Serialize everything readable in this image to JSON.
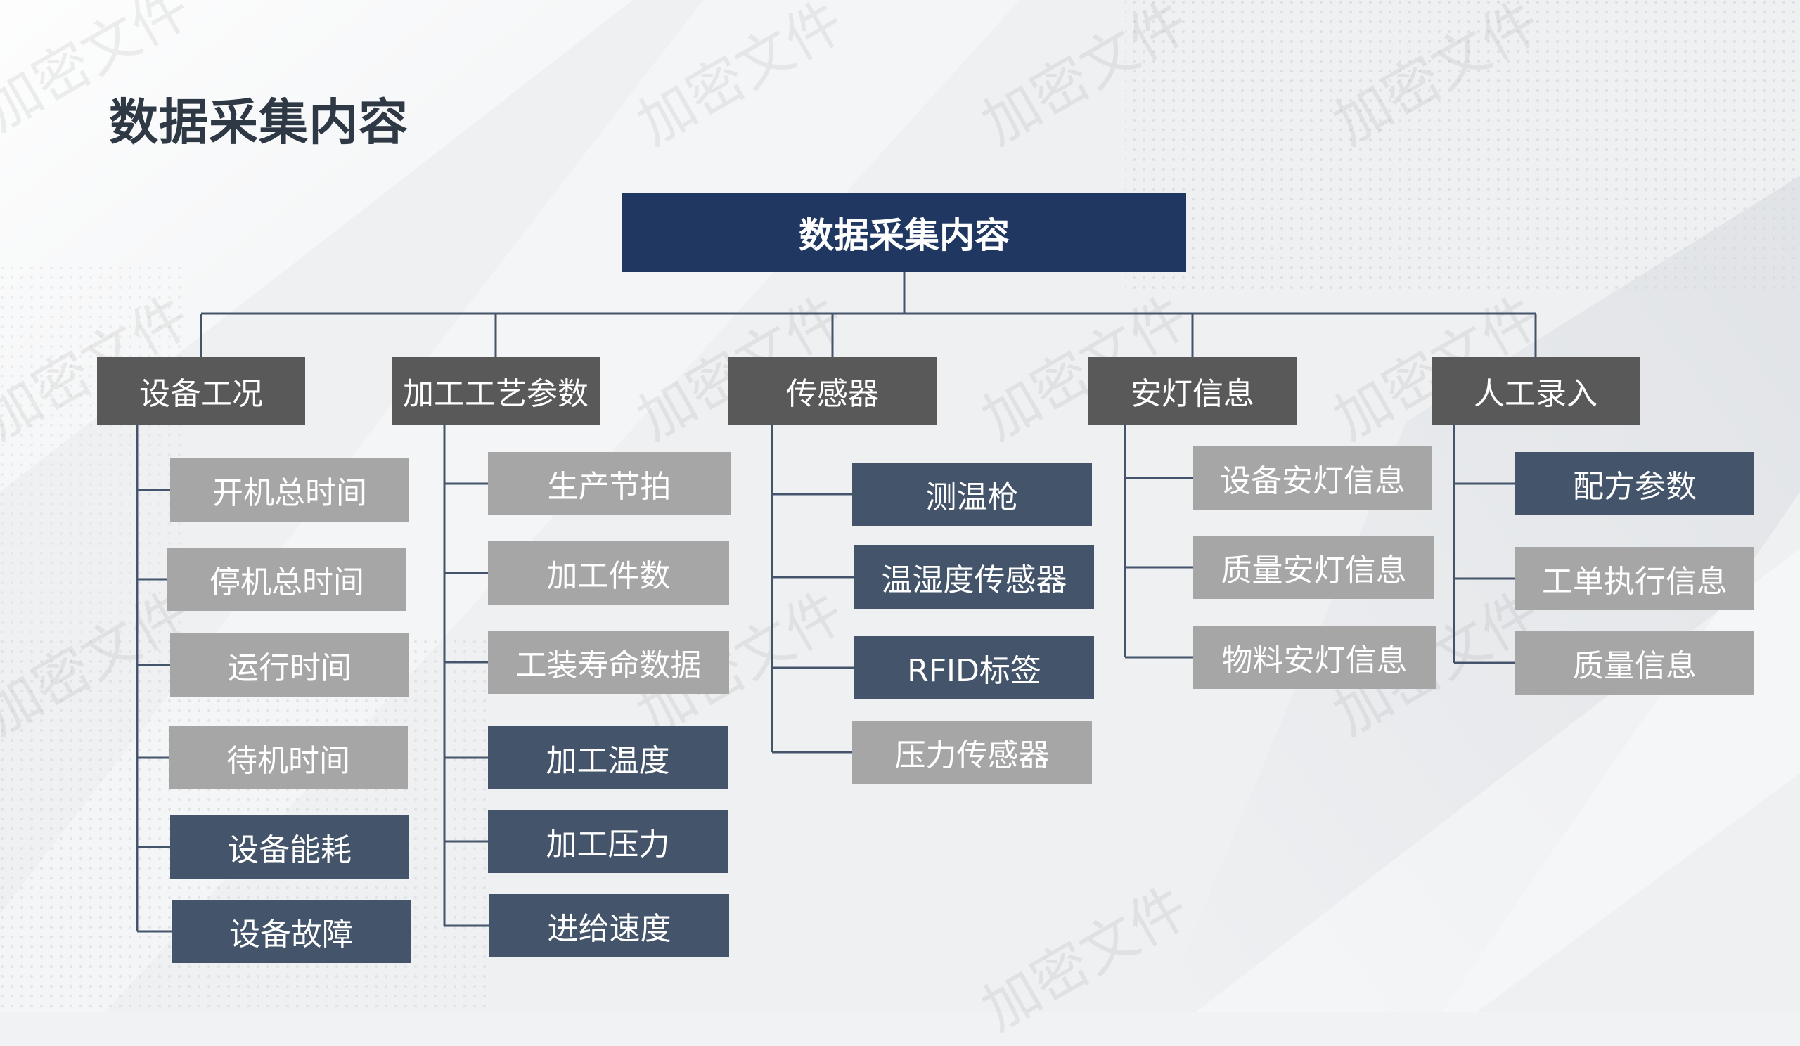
{
  "page": {
    "title": "数据采集内容",
    "watermark": "加密文件"
  },
  "colors": {
    "root": "#1f3761",
    "category": "#595959",
    "item_dark": "#44546a",
    "item_light": "#a6a6a6",
    "connector": "#44546a"
  },
  "diagram": {
    "root": "数据采集内容",
    "categories": [
      {
        "label": "设备工况",
        "items": [
          {
            "label": "开机总时间",
            "tone": "light"
          },
          {
            "label": "停机总时间",
            "tone": "light"
          },
          {
            "label": "运行时间",
            "tone": "light"
          },
          {
            "label": "待机时间",
            "tone": "light"
          },
          {
            "label": "设备能耗",
            "tone": "dark"
          },
          {
            "label": "设备故障",
            "tone": "dark"
          }
        ]
      },
      {
        "label": "加工工艺参数",
        "items": [
          {
            "label": "生产节拍",
            "tone": "light"
          },
          {
            "label": "加工件数",
            "tone": "light"
          },
          {
            "label": "工装寿命数据",
            "tone": "light"
          },
          {
            "label": "加工温度",
            "tone": "dark"
          },
          {
            "label": "加工压力",
            "tone": "dark"
          },
          {
            "label": "进给速度",
            "tone": "dark"
          }
        ]
      },
      {
        "label": "传感器",
        "items": [
          {
            "label": "测温枪",
            "tone": "dark"
          },
          {
            "label": "温湿度传感器",
            "tone": "dark"
          },
          {
            "label": "RFID标签",
            "tone": "dark"
          },
          {
            "label": "压力传感器",
            "tone": "light"
          }
        ]
      },
      {
        "label": "安灯信息",
        "items": [
          {
            "label": "设备安灯信息",
            "tone": "light"
          },
          {
            "label": "质量安灯信息",
            "tone": "light"
          },
          {
            "label": "物料安灯信息",
            "tone": "light"
          }
        ]
      },
      {
        "label": "人工录入",
        "items": [
          {
            "label": "配方参数",
            "tone": "dark"
          },
          {
            "label": "工单执行信息",
            "tone": "light"
          },
          {
            "label": "质量信息",
            "tone": "light"
          }
        ]
      }
    ]
  }
}
